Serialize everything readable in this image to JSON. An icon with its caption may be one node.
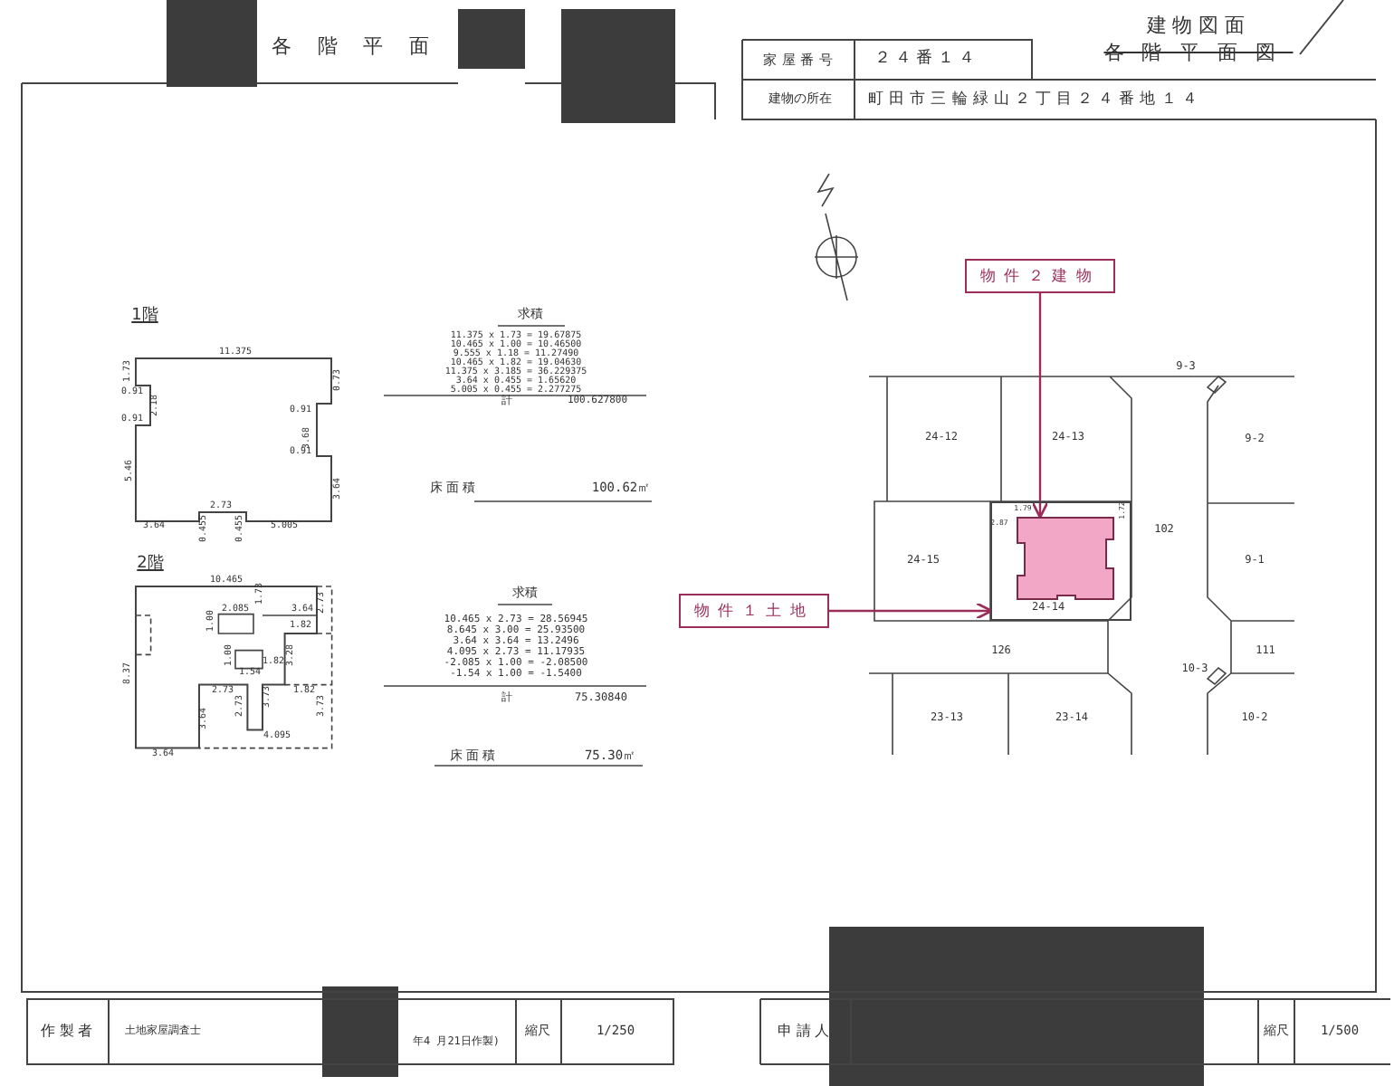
{
  "diagram": {
    "title": "各階平面",
    "nodes": [
      {
        "text": [
          "物件２建物"
        ]
      },
      {
        "text": [
          "24-14"
        ]
      },
      {
        "text": [],
        "shape": "box",
        "in": 1
      },
      {
        "text": [
          "物件１土地"
        ]
      }
    ],
    "edges": [
      {
        "from": 0,
        "to": 2,
        "arrow": "to"
      },
      {
        "from": 3,
        "to": 1,
        "arrow": "to"
      }
    ],
    "labels": [
      "家屋番号",
      "２４番１４",
      "建物図面",
      "各階平面図",
      "建物の所在",
      "町田市三輪緑山２丁目２４番地１４",
      "1階",
      "11.375",
      "1.73",
      "0.91",
      "2.18",
      "0.91",
      "5.46",
      "0.73",
      "0.91",
      "3.68",
      "0.91",
      "3.64",
      "2.73",
      "3.64",
      "0.455",
      "0.455",
      "5.005",
      "求積",
      "11.375 x 1.73 = 19.67875",
      "10.465 x 1.00 = 10.46500",
      "9.555 x 1.18 = 11.27490",
      "10.465 x 1.82 = 19.04630",
      "11.375 x 3.185 = 36.229375",
      "3.64 x 0.455 = 1.65620",
      "5.005 x 0.455 = 2.277275",
      "計",
      "100.627800",
      "床面積",
      "100.62㎡",
      "2階",
      "10.465",
      "1.73",
      "2.73",
      "2.085",
      "1.00",
      "3.64",
      "1.82",
      "8.37",
      "1.00",
      "1.82",
      "3.28",
      "1.54",
      "2.73",
      "1.82",
      "3.64",
      "2.73",
      "3.73",
      "3.73",
      "4.095",
      "3.64",
      "求積",
      "10.465 x 2.73 = 28.56945",
      "8.645 x 3.00 = 25.93500",
      "3.64 x 3.64 = 13.2496",
      "4.095 x 2.73 = 11.17935",
      "-2.085 x 1.00 = -2.08500",
      "-1.54 x 1.00 = -1.5400",
      "計",
      "75.30840",
      "床面積",
      "75.30㎡",
      "24-12",
      "24-13",
      "9-3",
      "9-2",
      "1.79",
      "1.72",
      "2.87",
      "102",
      "24-15",
      "9-1",
      "126",
      "111",
      "10-3",
      "23-13",
      "23-14",
      "10-2",
      "作製者",
      "土地家屋調査士",
      "年4 月21日作製)",
      "縮尺",
      "1/250",
      "申請人",
      "縮尺",
      "1/500"
    ]
  }
}
